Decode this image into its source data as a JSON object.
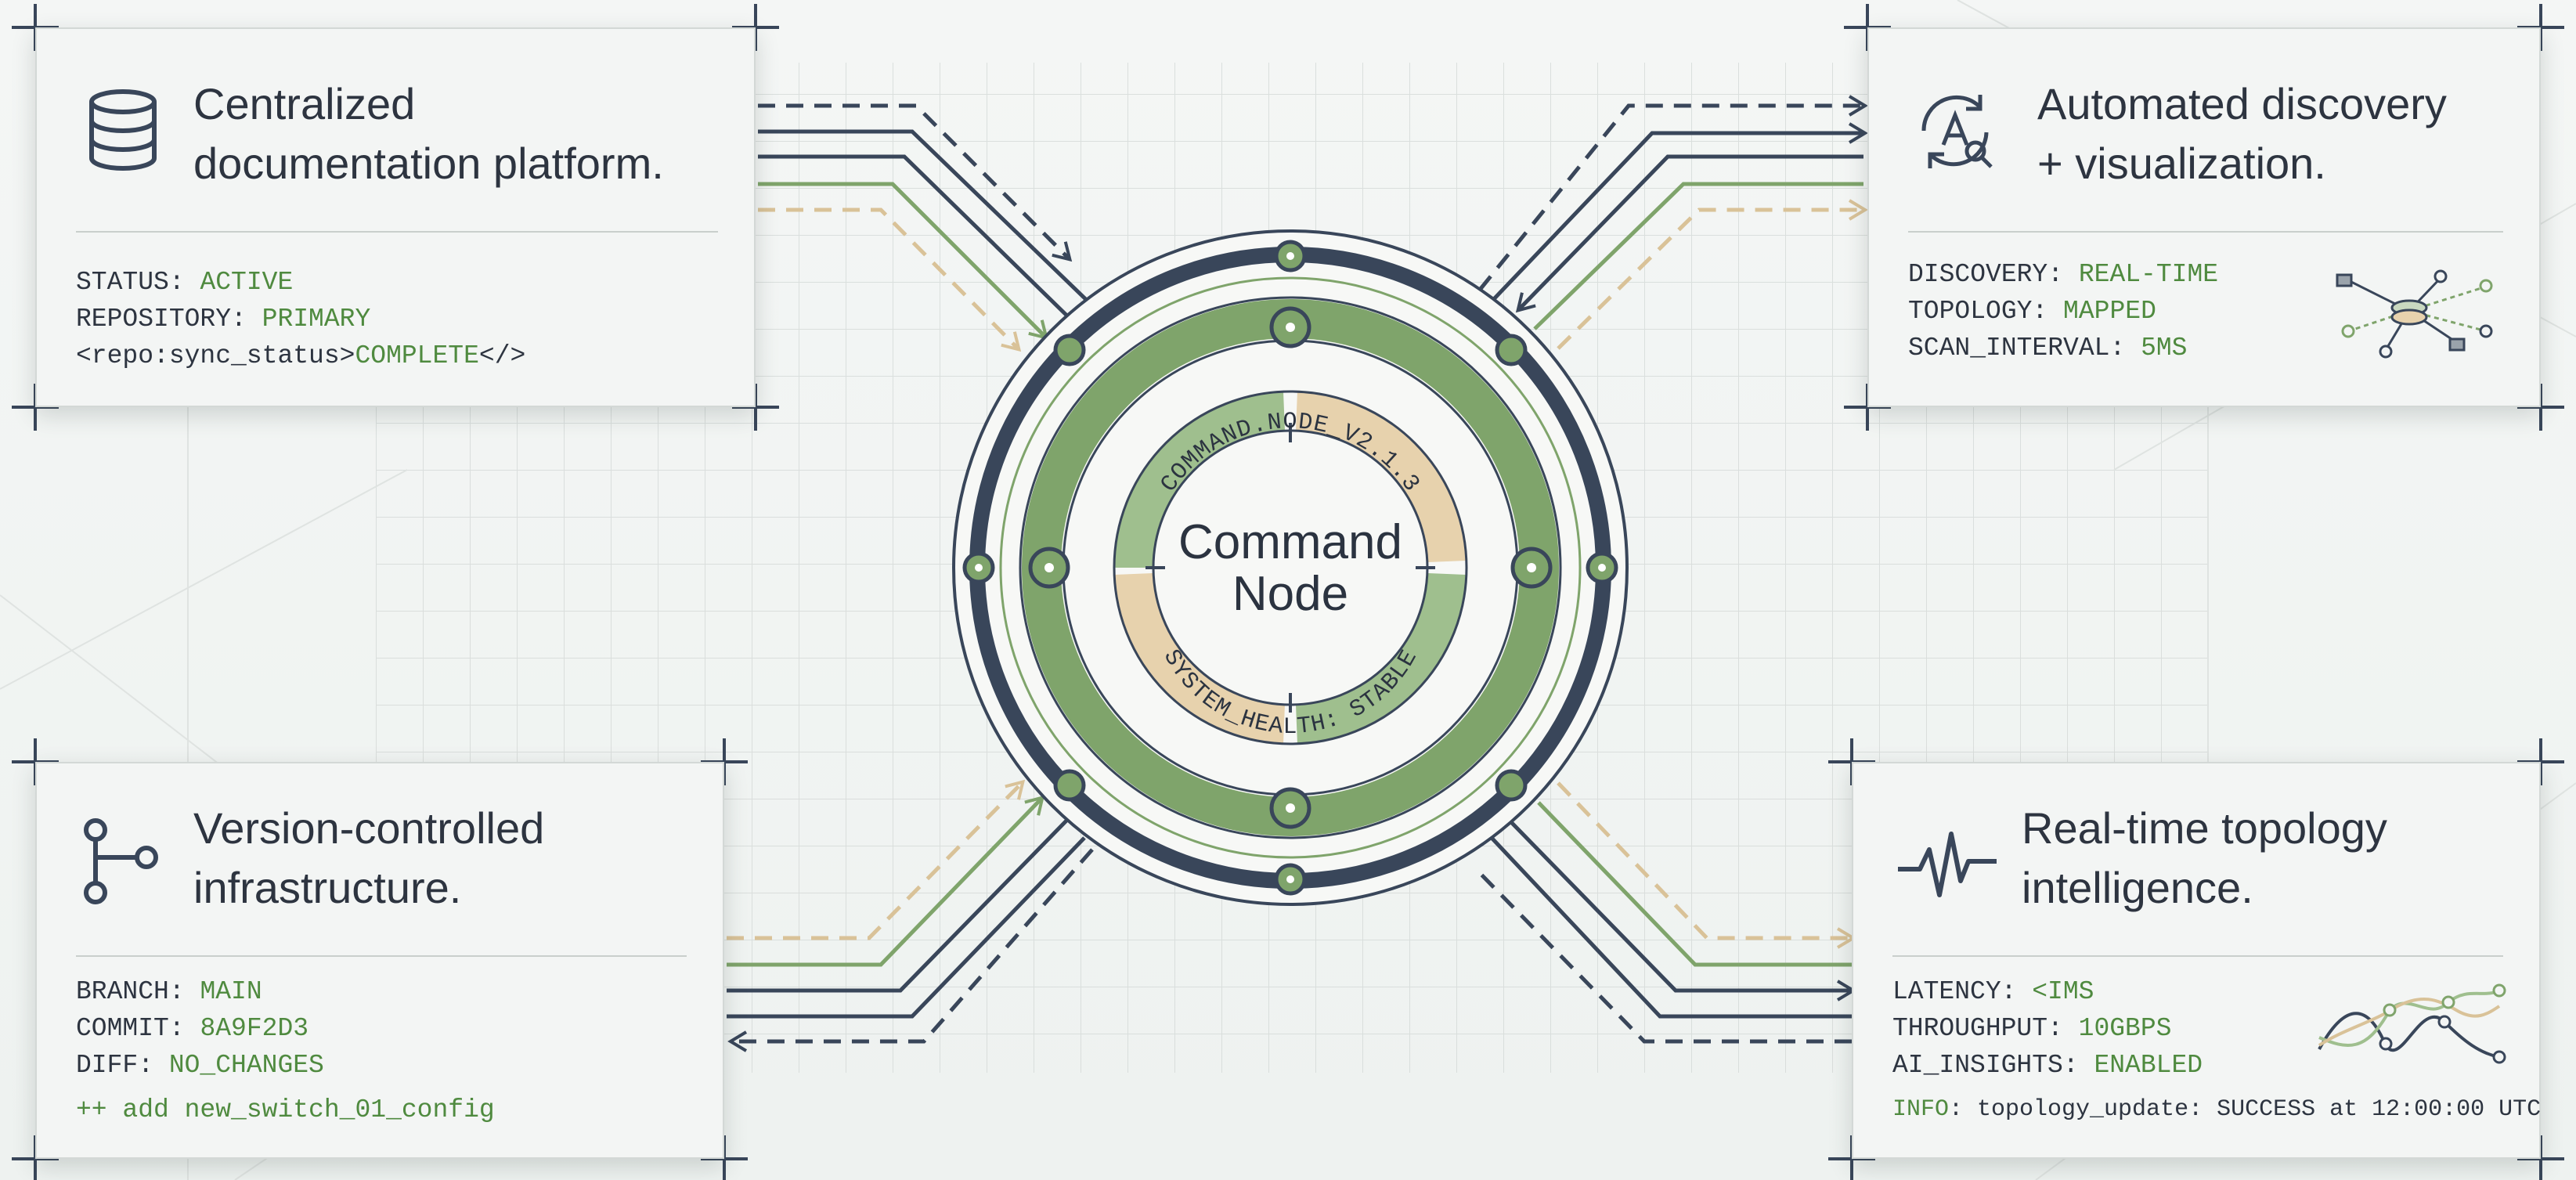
{
  "colors": {
    "navy": "#39465a",
    "green": "#7fa46b",
    "green_dark": "#5f8a52",
    "tan": "#e7d2ad",
    "value_green": "#4f8a3f",
    "grid": "#d7dcda"
  },
  "hub": {
    "title_line1": "Command",
    "title_line2": "Node",
    "ring_label_top": "COMMAND.NODE_V2.1.3",
    "ring_label_bottom": "SYSTEM_HEALTH: STABLE"
  },
  "cards": {
    "documentation": {
      "icon": "database-icon",
      "title": "Centralized\ndocumentation platform.",
      "fields": [
        {
          "key": "STATUS: ",
          "value": "ACTIVE"
        },
        {
          "key": "REPOSITORY: ",
          "value": "PRIMARY"
        }
      ],
      "code": {
        "open": "<repo:sync_status>",
        "value": "COMPLETE",
        "close": "</>"
      }
    },
    "discovery": {
      "icon": "magnify-refresh-icon",
      "title": "Automated discovery\n+ visualization.",
      "fields": [
        {
          "key": "DISCOVERY: ",
          "value": "REAL-TIME"
        },
        {
          "key": "TOPOLOGY: ",
          "value": "MAPPED"
        },
        {
          "key": "SCAN_INTERVAL: ",
          "value": "5MS"
        }
      ],
      "mini_icon": "network-topology-icon"
    },
    "version": {
      "icon": "git-branch-icon",
      "title": "Version-controlled\ninfrastructure.",
      "fields": [
        {
          "key": "BRANCH: ",
          "value": "MAIN"
        },
        {
          "key": "COMMIT: ",
          "value": "8A9F2D3"
        },
        {
          "key": "DIFF: ",
          "value": "NO_CHANGES"
        }
      ],
      "diff_line": "++ add new_switch_01_config"
    },
    "realtime": {
      "icon": "pulse-icon",
      "title": "Real-time topology\nintelligence.",
      "fields": [
        {
          "key": "LATENCY: ",
          "value": "<IMS"
        },
        {
          "key": "THROUGHPUT: ",
          "value": "10GBPS"
        },
        {
          "key": "AI_INSIGHTS: ",
          "value": "ENABLED"
        }
      ],
      "info_key": "INFO",
      "info_text": ": topology_update: SUCCESS at 12:00:00 UTC",
      "mini_icon": "line-graph-icon"
    }
  }
}
